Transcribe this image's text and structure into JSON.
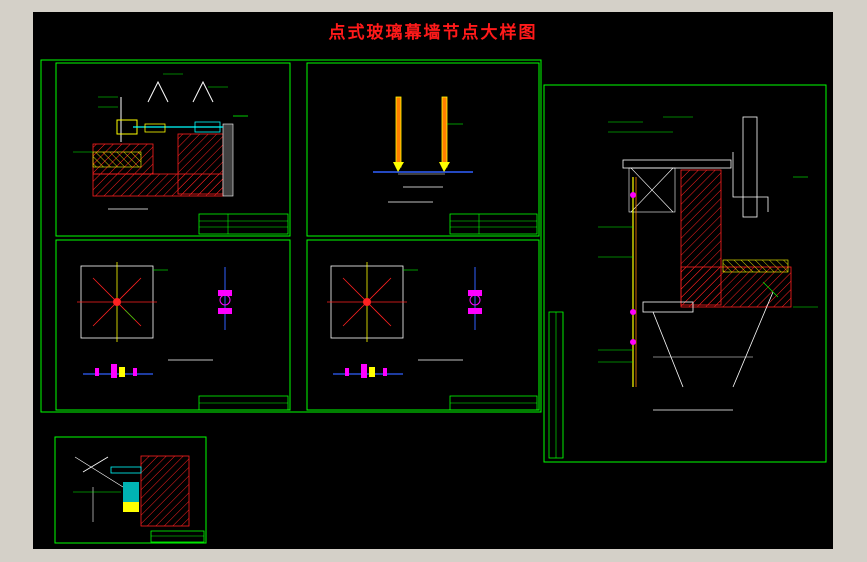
{
  "drawing": {
    "title": "点式玻璃幕墙节点大样图",
    "title_color": "#ff1a1a",
    "background": "#000000",
    "frame_color": "#00ff00",
    "app_chrome_color": "#d4d0c8"
  },
  "sheets": [
    {
      "id": "sheet-1",
      "subject": "canopy-top-node-detail"
    },
    {
      "id": "sheet-2",
      "subject": "vertical-rod-elevation-detail"
    },
    {
      "id": "sheet-3",
      "subject": "spider-fitting-plan-a"
    },
    {
      "id": "sheet-4",
      "subject": "spider-fitting-plan-b"
    },
    {
      "id": "sheet-5",
      "subject": "glass-wall-section-detail"
    },
    {
      "id": "sheet-6",
      "subject": "base-connection-detail"
    }
  ],
  "colors": {
    "green": "#00ff00",
    "yellow": "#ffff00",
    "red": "#ff2020",
    "magenta": "#ff00ff",
    "cyan": "#00ffff",
    "white": "#ffffff",
    "blue": "#3060ff",
    "orange": "#ff8000"
  }
}
